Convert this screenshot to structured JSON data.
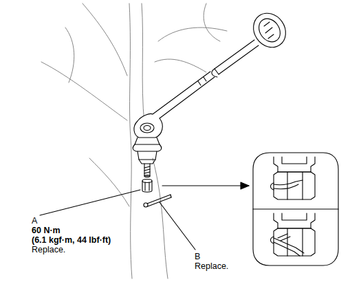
{
  "diagram": {
    "labels": [
      "A",
      "60 N·m",
      "(6.1 kgf·m, 44 lbf·ft)",
      "Replace.",
      "B",
      "Replace."
    ]
  }
}
